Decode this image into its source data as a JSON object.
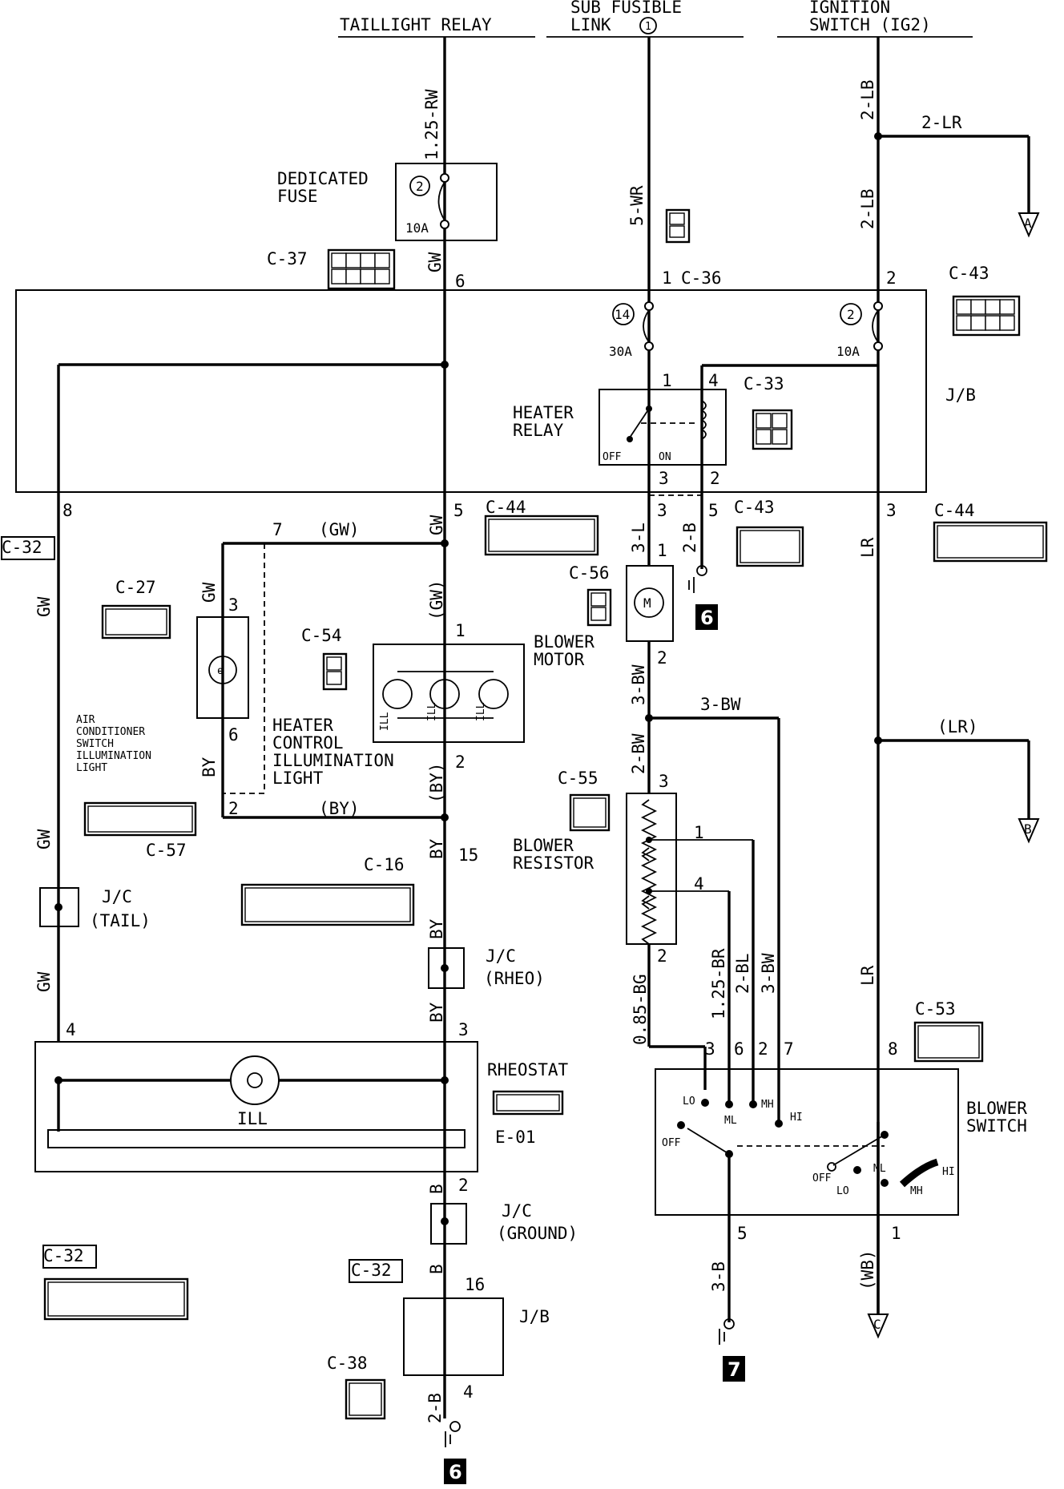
{
  "sources": {
    "taillight_relay": "TAILLIGHT RELAY",
    "sub_fusible_link": [
      "SUB FUSIBLE",
      "LINK"
    ],
    "sub_fusible_link_number": "1",
    "ignition_switch": [
      "IGNITION",
      "SWITCH (IG2)"
    ]
  },
  "components": {
    "dedicated_fuse": [
      "DEDICATED",
      "FUSE"
    ],
    "dedicated_fuse_number": "2",
    "dedicated_fuse_rating": "10A",
    "jb_fuse14_number": "14",
    "jb_fuse14_rating": "30A",
    "jb_fuse2_number": "2",
    "jb_fuse2_rating": "10A",
    "heater_relay": [
      "HEATER",
      "RELAY"
    ],
    "relay_off": "OFF",
    "relay_on": "ON",
    "jb": "J/B",
    "blower_motor": [
      "BLOWER",
      "MOTOR"
    ],
    "motor_symbol": "M",
    "blower_resistor": [
      "BLOWER",
      "RESISTOR"
    ],
    "heater_control_illum": [
      "HEATER",
      "CONTROL",
      "ILLUMINATION",
      "LIGHT"
    ],
    "ill": "ILL",
    "ac_switch_illum": [
      "AIR",
      "CONDITIONER",
      "SWITCH",
      "ILLUMINATION",
      "LIGHT"
    ],
    "jc_tail": [
      "J/C",
      "(TAIL)"
    ],
    "jc_rheo": [
      "J/C",
      "(RHEO)"
    ],
    "jc_ground": [
      "J/C",
      "(GROUND)"
    ],
    "rheostat": "RHEOSTAT",
    "blower_switch": [
      "BLOWER",
      "SWITCH"
    ],
    "switch_positions": {
      "lo": "LO",
      "ml": "ML",
      "mh": "MH",
      "hi": "HI",
      "off": "OFF"
    }
  },
  "connectors": {
    "c37": "C-37",
    "c36": "C-36",
    "c43": "C-43",
    "c33": "C-33",
    "c44": "C-44",
    "c32": "C-32",
    "c27": "C-27",
    "c54": "C-54",
    "c56": "C-56",
    "c55": "C-55",
    "c57": "C-57",
    "c16": "C-16",
    "c53": "C-53",
    "e01": "E-01",
    "c38": "C-38"
  },
  "wires": {
    "w_125rw": "1.25-RW",
    "w_5wr": "5-WR",
    "w_2lb": "2-LB",
    "w_2lr": "2-LR",
    "w_gw": "GW",
    "w_gw_p": "(GW)",
    "w_3l": "3-L",
    "w_2b": "2-B",
    "w_lr": "LR",
    "w_lr_p": "(LR)",
    "w_3bw": "3-BW",
    "w_2bw": "2-BW",
    "w_by": "BY",
    "w_by_p": "(BY)",
    "w_085bg": "0.85-BG",
    "w_125br": "1.25-BR",
    "w_2bl": "2-BL",
    "w_b": "B",
    "w_3b": "3-B",
    "w_wb_p": "(WB)"
  },
  "pins": {
    "p1": "1",
    "p2": "2",
    "p3": "3",
    "p4": "4",
    "p5": "5",
    "p6": "6",
    "p7": "7",
    "p8": "8",
    "p15": "15",
    "p16": "16"
  },
  "terminals": {
    "a": "A",
    "b": "B",
    "c": "C"
  },
  "grounds": {
    "g6": "6",
    "g7": "7"
  }
}
